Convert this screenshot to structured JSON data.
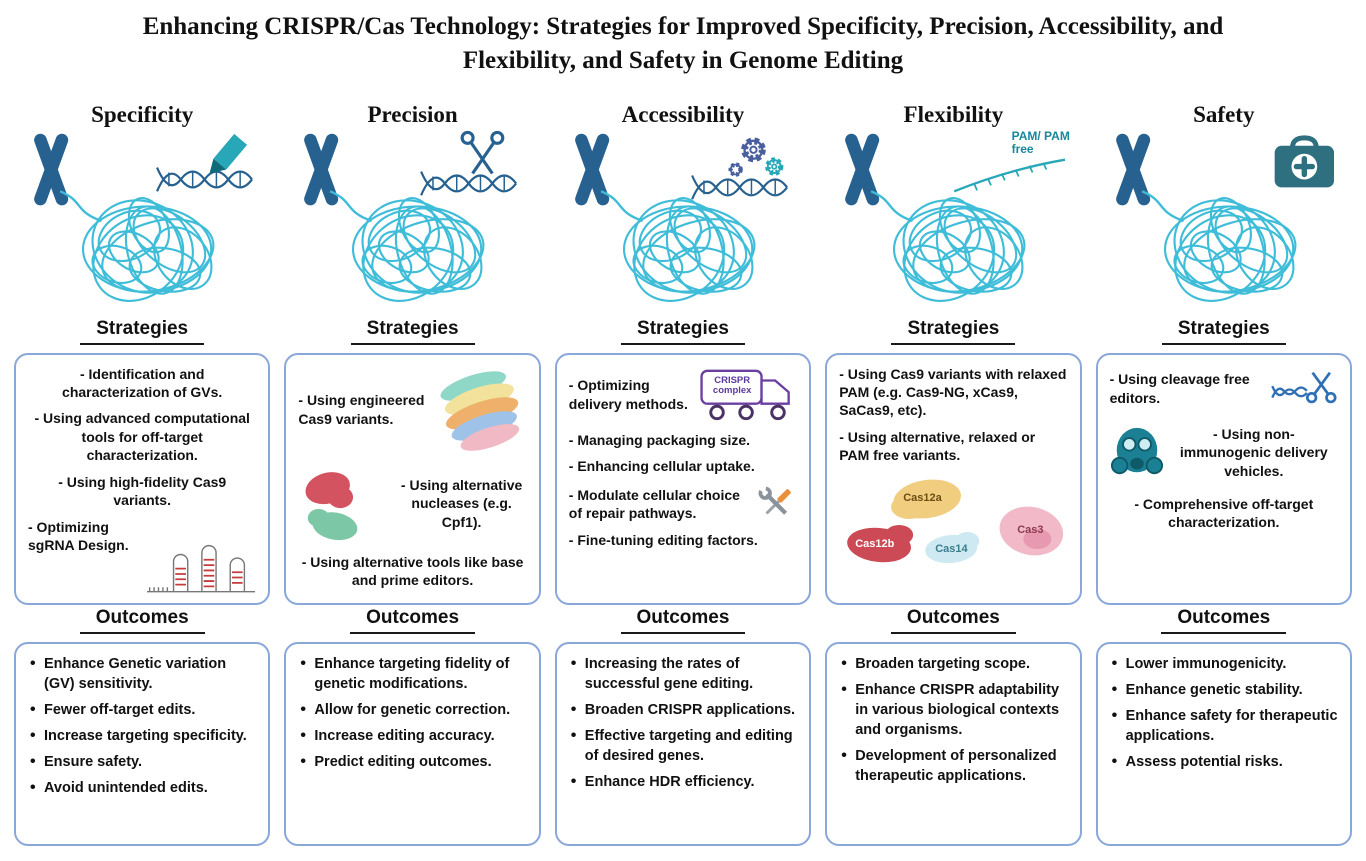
{
  "title": "Enhancing CRISPR/Cas Technology: Strategies for Improved Specificity, Precision, Accessibility, and Flexibility, and Safety in Genome Editing",
  "section_labels": {
    "strategies": "Strategies",
    "outcomes": "Outcomes"
  },
  "colors": {
    "box_border": "#8aa7da",
    "chromatin": "#3fbdd8",
    "chromosome": "#27618f",
    "teal_accent": "#28a7b8",
    "purple_accent": "#6a3fa0"
  },
  "columns": [
    {
      "name": "Specificity",
      "icon": "pen-icon",
      "strategies": [
        "- Identification and characterization of GVs.",
        "- Using advanced computational tools for off-target characterization.",
        "- Using high-fidelity Cas9 variants.",
        "- Optimizing sgRNA Design."
      ],
      "outcomes": [
        "Enhance Genetic variation (GV) sensitivity.",
        "Fewer off-target edits.",
        "Increase targeting specificity.",
        "Ensure safety.",
        "Avoid unintended edits."
      ]
    },
    {
      "name": "Precision",
      "icon": "scissors-icon",
      "strategies": [
        "- Using engineered Cas9 variants.",
        "- Using alternative nucleases (e.g. Cpf1).",
        "- Using alternative tools like base and prime editors."
      ],
      "outcomes": [
        "Enhance targeting fidelity of genetic modifications.",
        "Allow for genetic correction.",
        "Increase editing accuracy.",
        "Predict editing outcomes."
      ]
    },
    {
      "name": "Accessibility",
      "icon": "gears-icon",
      "truck_label": "CRISPR complex",
      "strategies": [
        "- Optimizing delivery methods.",
        "- Managing packaging size.",
        "- Enhancing cellular uptake.",
        "- Modulate cellular choice of repair pathways.",
        "- Fine-tuning editing factors."
      ],
      "outcomes": [
        "Increasing the rates of successful gene editing.",
        "Broaden CRISPR applications.",
        "Effective targeting and editing of desired genes.",
        "Enhance HDR efficiency."
      ]
    },
    {
      "name": "Flexibility",
      "icon": "pam-tag",
      "pam_label": "PAM/ PAM free",
      "cas_labels": [
        "Cas12a",
        "Cas12b",
        "Cas14",
        "Cas3"
      ],
      "strategies": [
        "- Using Cas9 variants with relaxed PAM (e.g. Cas9-NG, xCas9, SaCas9, etc).",
        "- Using alternative, relaxed or PAM free variants."
      ],
      "outcomes": [
        "Broaden targeting scope.",
        "Enhance CRISPR adaptability in various biological contexts and organisms.",
        "Development of personalized therapeutic applications."
      ]
    },
    {
      "name": "Safety",
      "icon": "first-aid-kit-icon",
      "strategies": [
        "- Using cleavage free editors.",
        "- Using non-immunogenic delivery vehicles.",
        "- Comprehensive off-target characterization."
      ],
      "outcomes": [
        "Lower immunogenicity.",
        "Enhance genetic stability.",
        "Enhance safety for therapeutic applications.",
        "Assess potential risks."
      ]
    }
  ]
}
